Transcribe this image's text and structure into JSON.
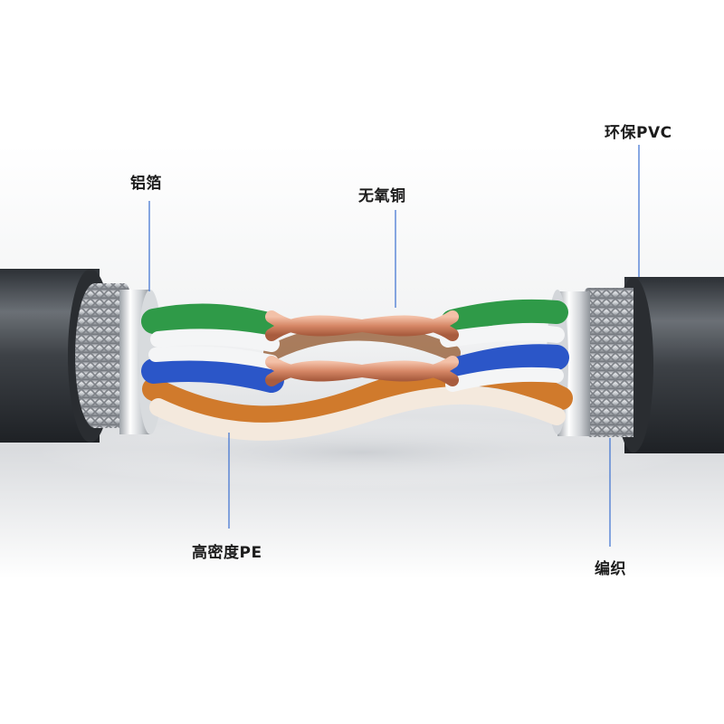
{
  "labels": {
    "aluminum_foil": "铝箔",
    "oxygen_free_copper": "无氧铜",
    "eco_pvc": "环保PVC",
    "hdpe": "高密度PE",
    "braid": "编织"
  },
  "colors": {
    "jacket": "#3b3f44",
    "braid": "#c7cbd0",
    "foil": "#e6e8ea",
    "copper": "#d9896a",
    "green": "#2f9a48",
    "blue": "#2b56c8",
    "orange": "#d07a2c",
    "leader_line": "#3a6fd0"
  }
}
